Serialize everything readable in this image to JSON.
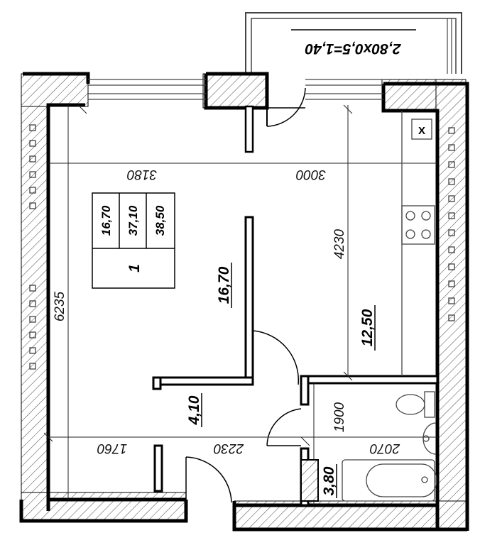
{
  "balcony": {
    "formula": "2,80x0,5=1,40"
  },
  "summary_table": {
    "apartment_number": "1",
    "living_area": "16,70",
    "total_area": "37,10",
    "total_area_with_balcony": "38,50"
  },
  "dimensions": {
    "living_width": "3180",
    "kitchen_width": "3000",
    "kitchen_depth": "4230",
    "overall_depth": "6235",
    "hall_width_left": "1760",
    "hall_width_right": "2230",
    "bath_depth": "1900",
    "bath_width": "2070"
  },
  "room_areas": {
    "living_room": "16,70",
    "kitchen": "12,50",
    "hallway": "4,10",
    "bathroom": "3,80"
  },
  "fixtures": {
    "vent_shaft_label": "X"
  }
}
